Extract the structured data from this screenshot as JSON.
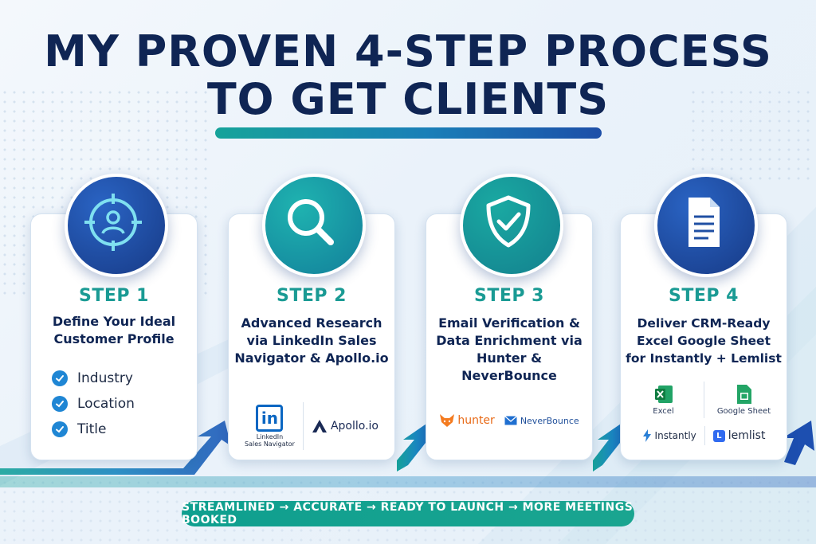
{
  "header": {
    "title_line1": "MY PROVEN 4-STEP PROCESS",
    "title_line2": "TO GET CLIENTS"
  },
  "steps": [
    {
      "step_label": "STEP 1",
      "description": "Define Your Ideal Customer Profile",
      "icon": "target-user-icon",
      "checklist": [
        "Industry",
        "Location",
        "Title"
      ]
    },
    {
      "step_label": "STEP 2",
      "description": "Advanced Research via LinkedIn Sales Navigator & Apollo.io",
      "icon": "magnifier-icon",
      "logos": {
        "linkedin_badge": "in",
        "linkedin_caption_1": "LinkedIn",
        "linkedin_caption_2": "Sales Navigator",
        "apollo": "Apollo.io"
      }
    },
    {
      "step_label": "STEP 3",
      "description": "Email Verification & Data Enrichment via Hunter & NeverBounce",
      "icon": "shield-check-icon",
      "logos": {
        "hunter": "hunter",
        "neverbounce": "NeverBounce"
      }
    },
    {
      "step_label": "STEP 4",
      "description": "Deliver CRM-Ready Excel Google Sheet for Instantly + Lemlist",
      "icon": "document-icon",
      "logos": {
        "excel": "Excel",
        "google_sheet": "Google Sheet",
        "instantly": "Instantly",
        "lemlist": "lemlist"
      }
    }
  ],
  "footer": {
    "banner": "STREAMLINED → ACCURATE → READY TO LAUNCH → MORE MEETINGS BOOKED"
  },
  "colors": {
    "title": "#0f2554",
    "step_teal": "#1a9b94",
    "badge_blue": "#1f4fa3",
    "badge_teal": "#17a39a",
    "check_blue": "#1f86d4",
    "banner_teal": "#0f9f8f"
  }
}
